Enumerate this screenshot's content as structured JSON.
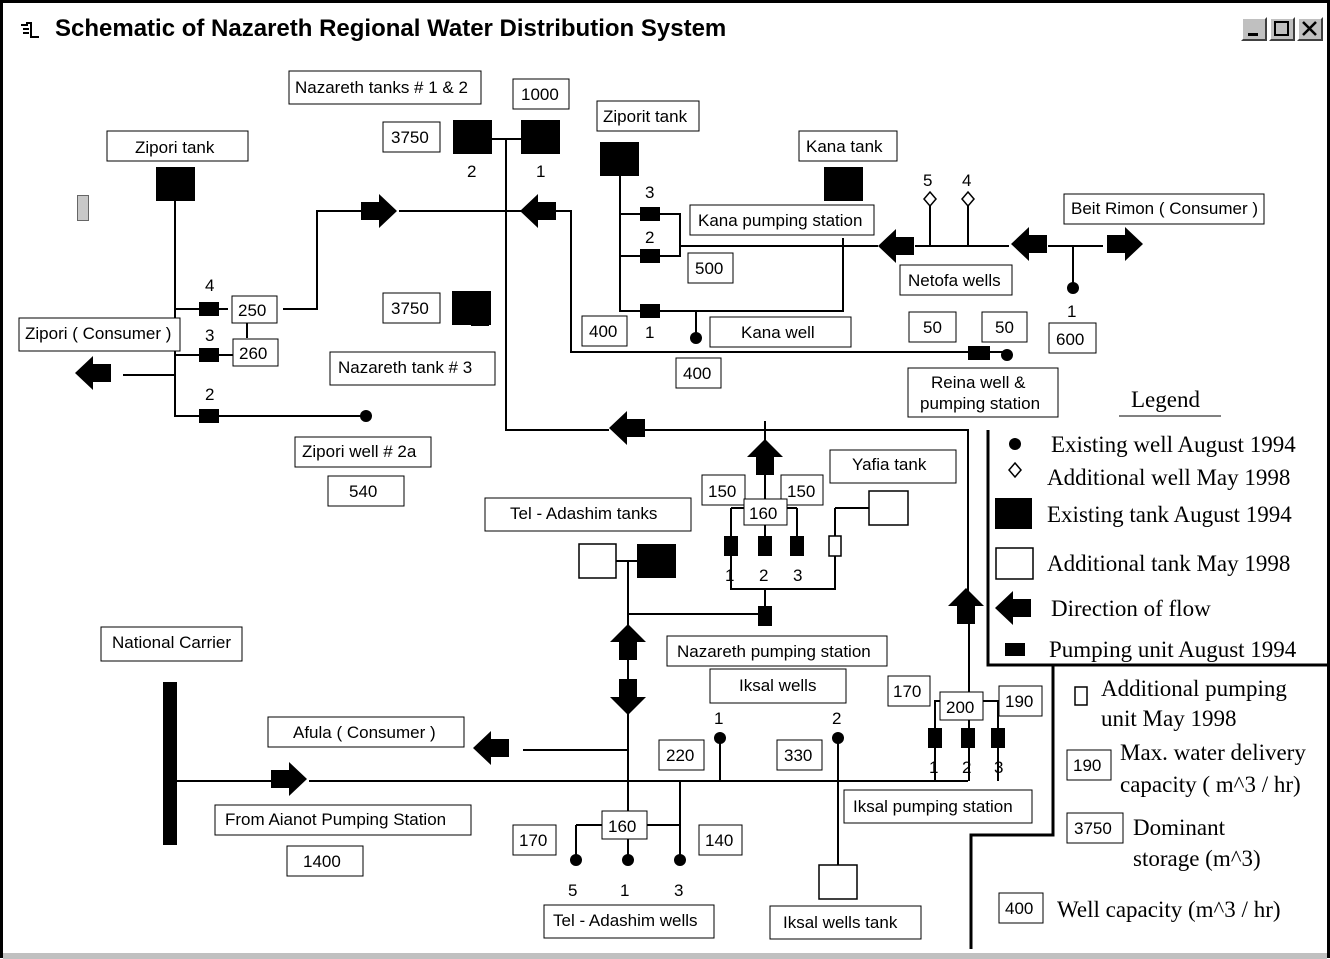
{
  "window": {
    "title": "Schematic of Nazareth Regional Water Distribution System"
  },
  "labels": {
    "nazareth_tanks_12": "Nazareth tanks # 1 & 2",
    "zipori_tank": "Zipori tank",
    "ziporit_tank": "Ziporit tank",
    "kana_tank": "Kana tank",
    "beit_rimon": "Beit Rimon ( Consumer )",
    "kana_pumping_station": "Kana pumping station",
    "netofa_wells": "Netofa wells",
    "kana_well": "Kana well",
    "zipori_consumer": "Zipori ( Consumer )",
    "nazareth_tank_3": "Nazareth tank # 3",
    "reina": "Reina well &",
    "reina2": "pumping station",
    "zipori_well": "Zipori well # 2a",
    "yafia_tank": "Yafia tank",
    "tel_adashim_tanks": "Tel - Adashim tanks",
    "national_carrier": "National Carrier",
    "nazareth_pumping_station": "Nazareth pumping station",
    "iksal_wells": "Iksal wells",
    "afula": "Afula ( Consumer )",
    "aianot": "From Aianot Pumping Station",
    "iksal_pumping_station": "Iksal pumping station",
    "tel_adashim_wells": "Tel - Adashim wells",
    "iksal_wells_tank": "Iksal wells tank"
  },
  "values": {
    "v1000": "1000",
    "v3750a": "3750",
    "v3750b": "3750",
    "v250": "250",
    "v260": "260",
    "v500": "500",
    "v400a": "400",
    "v400b": "400",
    "v50a": "50",
    "v50b": "50",
    "v600": "600",
    "v540": "540",
    "v150a": "150",
    "v150b": "150",
    "v160a": "160",
    "v170a": "170",
    "v200": "200",
    "v190": "190",
    "v220": "220",
    "v330": "330",
    "v1400": "1400",
    "v170b": "170",
    "v160b": "160",
    "v140": "140"
  },
  "numbers": {
    "n2": "2",
    "n1": "1",
    "zp4": "4",
    "zp3": "3",
    "zp2": "2",
    "zt3": "3",
    "zt2": "2",
    "zt1": "1",
    "nt5": "5",
    "nt4": "4",
    "nt1": "1",
    "y1": "1",
    "y2": "2",
    "y3": "3",
    "iw1": "1",
    "iw2": "2",
    "ip1": "1",
    "ip2": "2",
    "ip3": "3",
    "tw5": "5",
    "tw1": "1",
    "tw3": "3"
  },
  "legend": {
    "title": "Legend",
    "existing_well": "Existing well August 1994",
    "additional_well": "Additional well May 1998",
    "existing_tank": "Existing tank August 1994",
    "additional_tank": "Additional tank May 1998",
    "direction": "Direction of flow",
    "pumping_unit": "Pumping unit August 1994",
    "add_pump_1": "Additional pumping",
    "add_pump_2": "unit May 1998",
    "sample_190": "190",
    "max_delivery_1": "Max. water delivery",
    "max_delivery_2": "capacity ( m^3 / hr)",
    "sample_3750": "3750",
    "dominant_1": "Dominant",
    "dominant_2": "storage (m^3)",
    "sample_400": "400",
    "well_capacity": "Well capacity (m^3 / hr)"
  },
  "colors": {
    "line": "#000000",
    "background": "#ffffff",
    "chrome": "#c0c0c0"
  }
}
